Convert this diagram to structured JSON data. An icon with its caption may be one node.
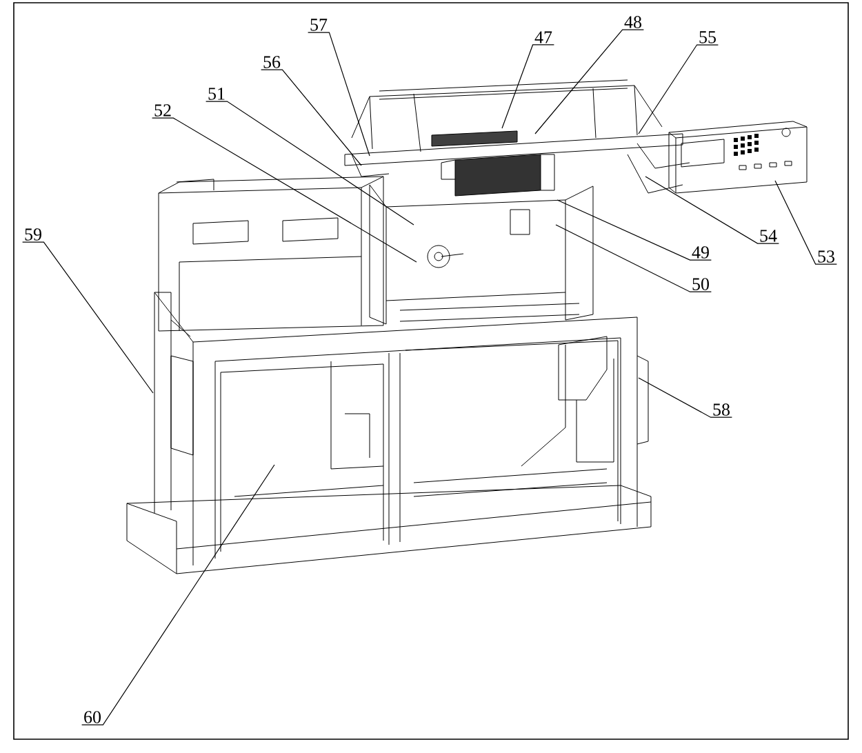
{
  "diagram": {
    "nodes": [
      {
        "text": [
          "57"
        ]
      },
      {
        "text": [
          "47"
        ]
      },
      {
        "text": [
          "48"
        ]
      },
      {
        "text": [
          "55"
        ]
      },
      {
        "text": [
          "56"
        ]
      },
      {
        "text": [
          "51"
        ]
      },
      {
        "text": [
          "52"
        ]
      },
      {
        "text": [
          "54"
        ]
      },
      {
        "text": [
          "53"
        ]
      },
      {
        "text": [
          "49"
        ]
      },
      {
        "text": [
          "50"
        ]
      },
      {
        "text": [
          "59"
        ]
      },
      {
        "text": [
          "58"
        ]
      },
      {
        "text": [
          "60"
        ]
      }
    ],
    "edges": [
      {
        "from": 0,
        "to": null,
        "arrow": "none"
      },
      {
        "from": 1,
        "to": null,
        "arrow": "none"
      },
      {
        "from": 2,
        "to": null,
        "arrow": "none"
      },
      {
        "from": 3,
        "to": null,
        "arrow": "none"
      },
      {
        "from": 4,
        "to": null,
        "arrow": "none"
      },
      {
        "from": 5,
        "to": null,
        "arrow": "none"
      },
      {
        "from": 6,
        "to": null,
        "arrow": "none"
      },
      {
        "from": 7,
        "to": null,
        "arrow": "none"
      },
      {
        "from": 8,
        "to": null,
        "arrow": "none"
      },
      {
        "from": 9,
        "to": null,
        "arrow": "none"
      },
      {
        "from": 10,
        "to": null,
        "arrow": "none"
      },
      {
        "from": 11,
        "to": null,
        "arrow": "none"
      },
      {
        "from": 12,
        "to": null,
        "arrow": "none"
      },
      {
        "from": 13,
        "to": null,
        "arrow": "none"
      }
    ]
  }
}
